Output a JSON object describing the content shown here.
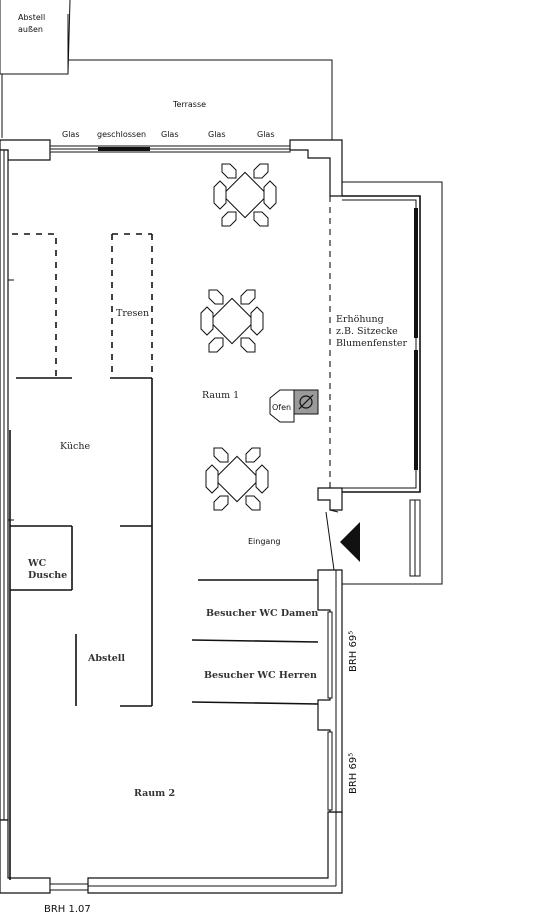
{
  "labels": {
    "abstell_aussen_line1": "Abstell",
    "abstell_aussen_line2": "außen",
    "terrasse": "Terrasse",
    "glas_1": "Glas",
    "geschlossen": "geschlossen",
    "glas_2": "Glas",
    "glas_3": "Glas",
    "glas_4": "Glas",
    "tresen": "Tresen",
    "raum1": "Raum 1",
    "ofen": "Ofen",
    "erhoehung_line1": "Erhöhung",
    "erhoehung_line2": "z.B. Sitzecke",
    "erhoehung_line3": "Blumenfenster",
    "kueche": "Küche",
    "wc_line1": "WC",
    "wc_line2": "Dusche",
    "eingang": "Eingang",
    "besucher_wc_damen": "Besucher WC Damen",
    "besucher_wc_herren": "Besucher WC Herren",
    "abstell": "Abstell",
    "raum2": "Raum 2",
    "brh_top": "BRH 69⁵",
    "brh_mid": "BRH 69⁵",
    "brh_bottom": "BRH 1.07"
  },
  "icons": {
    "entrance_marker": "entrance-arrow-icon",
    "stove": "stove-icon"
  },
  "colors": {
    "line": "#111111",
    "background": "#ffffff",
    "stove_fill": "#9a9a9a"
  }
}
